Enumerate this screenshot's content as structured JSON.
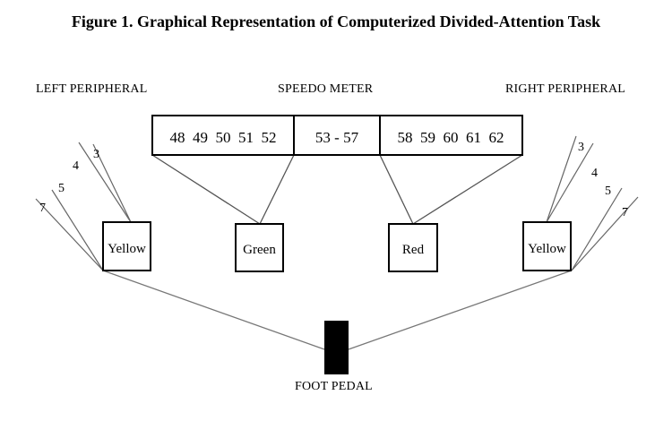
{
  "title": "Figure 1. Graphical Representation of Computerized Divided-Attention Task",
  "labels": {
    "left_peripheral": "LEFT PERIPHERAL",
    "speedo_meter": "SPEEDO METER",
    "right_peripheral": "RIGHT PERIPHERAL",
    "foot_pedal": "FOOT PEDAL"
  },
  "speedometer": {
    "left_range": "48  49  50  51  52",
    "middle_range": "53 - 57",
    "right_range": "58  59  60  61  62"
  },
  "boxes": {
    "left_yellow": "Yellow",
    "green": "Green",
    "red": "Red",
    "right_yellow": "Yellow"
  },
  "left_ray_numbers": [
    "3",
    "4",
    "5",
    "7"
  ],
  "right_ray_numbers": [
    "3",
    "4",
    "5",
    "7"
  ]
}
